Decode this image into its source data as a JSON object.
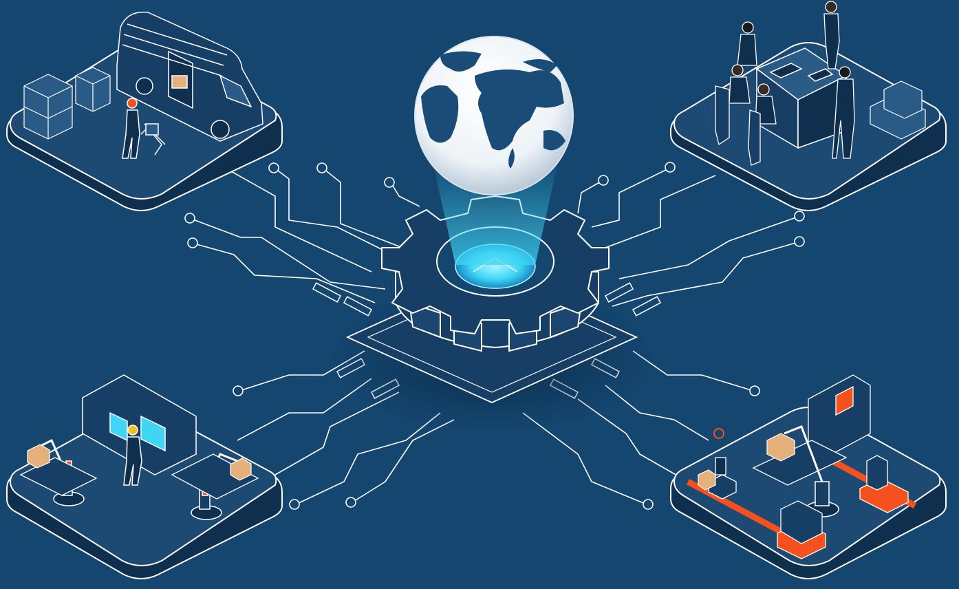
{
  "colors": {
    "background": "#144670",
    "line": "#ffffff",
    "platform_top": "#1d4a73",
    "platform_shade": "#0f2f4f",
    "accent_orange": "#f4511e",
    "glow_cyan": "#3fd6f5",
    "globe_ocean": "#ffffff",
    "globe_land": "#1b4c78",
    "box": "#e6b07a"
  },
  "scene": {
    "center": "gear-with-globe-hologram",
    "platforms": [
      "delivery-logistics",
      "office-team",
      "factory-control",
      "warehouse-robots"
    ],
    "icons": [
      "globe-icon",
      "gear-icon",
      "delivery-van-icon",
      "hand-truck-icon",
      "meeting-table-icon",
      "robot-arm-icon",
      "conveyor-belt-icon",
      "agv-robot-icon",
      "cardboard-box-icon"
    ]
  }
}
